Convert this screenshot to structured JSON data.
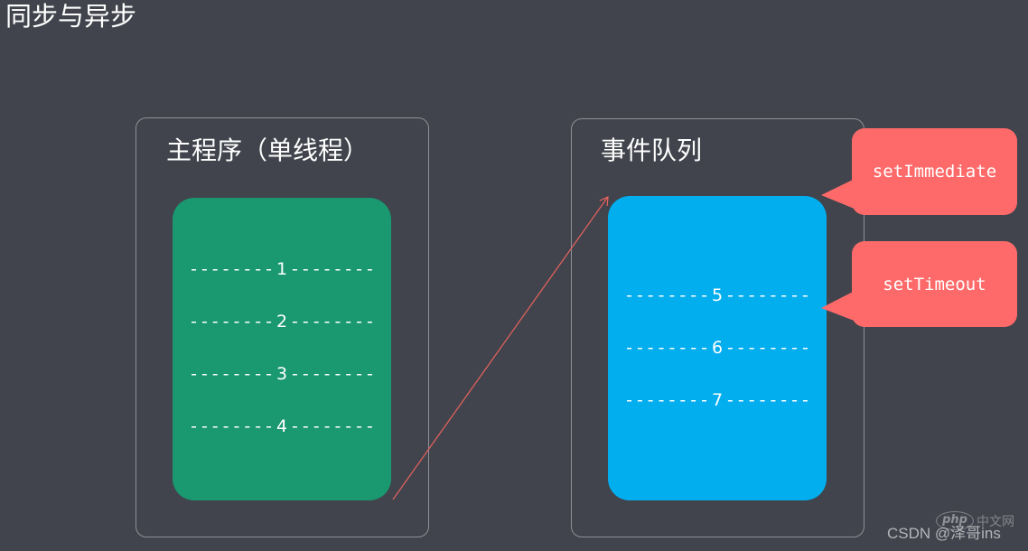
{
  "title": "同步与异步",
  "main_program": {
    "label": "主程序（单线程）",
    "tasks": [
      "--------1--------",
      "--------2--------",
      "--------3--------",
      "--------4--------"
    ]
  },
  "event_queue": {
    "label": "事件队列",
    "tasks": [
      "--------5--------",
      "--------6--------",
      "--------7--------"
    ]
  },
  "callouts": [
    {
      "text": "setImmediate"
    },
    {
      "text": "setTimeout"
    }
  ],
  "watermark": {
    "logo_text": "php",
    "logo_suffix": "中文网",
    "credit": "CSDN @泽哥ins"
  },
  "colors": {
    "background": "#41444c",
    "frame_border": "#8e9197",
    "text": "#ffffff",
    "main_block": "#1a9870",
    "queue_block": "#03aeef",
    "callout": "#fe6a6a",
    "arrow": "#e8625f",
    "watermark": "#b3b5b9"
  }
}
